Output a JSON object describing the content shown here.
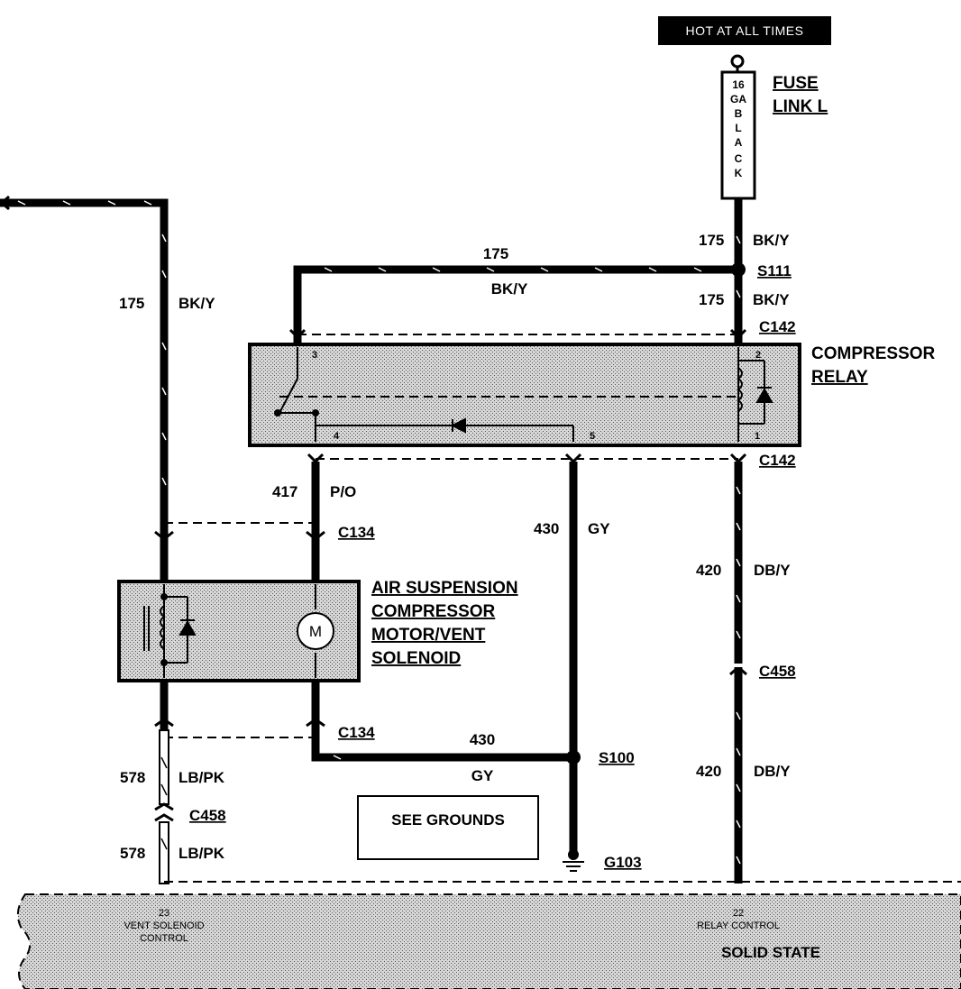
{
  "header": {
    "hot_label": "HOT AT ALL TIMES"
  },
  "fuse_link": {
    "wire_text": [
      "16",
      "GA",
      "B",
      "L",
      "A",
      "C",
      "K"
    ],
    "title_line1": "FUSE",
    "title_line2": "LINK L"
  },
  "wires": {
    "w175_top_num": "175",
    "w175_top_color": "BK/Y",
    "splice_s111": "S111",
    "w175_bottom_num": "175",
    "w175_bottom_color": "BK/Y",
    "w175_hnum": "175",
    "w175_hcolor": "BK/Y",
    "w175_left_num": "175",
    "w175_left_color": "BK/Y",
    "w417_num": "417",
    "w417_color": "P/O",
    "w430_num": "430",
    "w430_color": "GY",
    "w430_h_num": "430",
    "w430_h_color": "GY",
    "w420_upper_num": "420",
    "w420_upper_color": "DB/Y",
    "w420_lower_num": "420",
    "w420_lower_color": "DB/Y",
    "w578_upper_num": "578",
    "w578_upper_color": "LB/PK",
    "w578_lower_num": "578",
    "w578_lower_color": "LB/PK"
  },
  "connectors": {
    "c142_top": "C142",
    "c142_bottom": "C142",
    "c134_top": "C134",
    "c134_bottom": "C134",
    "c458_right": "C458",
    "c458_left": "C458",
    "s100": "S100",
    "g103": "G103"
  },
  "relay": {
    "title_line1": "COMPRESSOR",
    "title_line2": "RELAY",
    "pin3": "3",
    "pin2": "2",
    "pin4": "4",
    "pin5": "5",
    "pin1": "1"
  },
  "motor": {
    "line1": "AIR SUSPENSION",
    "line2": "COMPRESSOR",
    "line3": "MOTOR/VENT",
    "line4": "SOLENOID",
    "m_symbol": "M"
  },
  "see_grounds": "SEE GROUNDS",
  "module": {
    "pin23": "23",
    "pin23_line1": "VENT SOLENOID",
    "pin23_line2": "CONTROL",
    "pin22": "22",
    "pin22_label": "RELAY CONTROL",
    "name": "SOLID STATE"
  }
}
